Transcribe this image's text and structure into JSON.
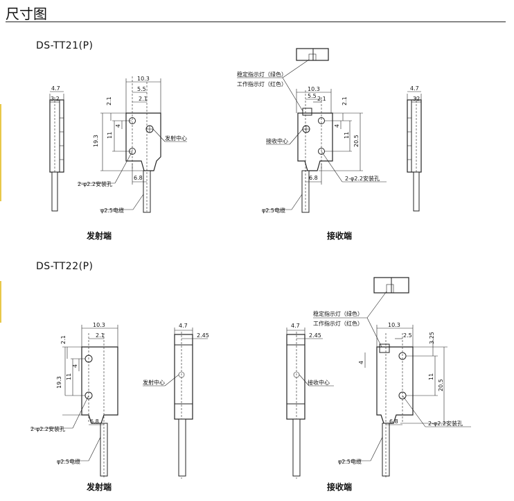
{
  "page": {
    "title": "尺寸图"
  },
  "models": [
    {
      "name": "DS-TT21(P)",
      "emitter_caption": "发射端",
      "receiver_caption": "接收端"
    },
    {
      "name": "DS-TT22(P)",
      "emitter_caption": "发射端",
      "receiver_caption": "接收端"
    }
  ],
  "labels": {
    "emit_center": "发射中心",
    "recv_center": "接收中心",
    "mount_hole": "2-φ2.2安装孔",
    "cable": "φ2.5电缆",
    "stable_led": "稳定指示灯（绿色）",
    "work_led": "工作指示灯（红色）"
  },
  "dims": {
    "d10_3": "10.3",
    "d5_5": "5.5",
    "d2_1": "2.1",
    "d4_7": "4.7",
    "d3_2": "3.2",
    "d32": "32",
    "d19_3": "19.3",
    "d11": "11",
    "d4": "4",
    "d6_8": "6.8",
    "d20_5": "20.5",
    "d2_45": "2.45",
    "d3_25": "3.25",
    "d2_5": "2.5"
  }
}
